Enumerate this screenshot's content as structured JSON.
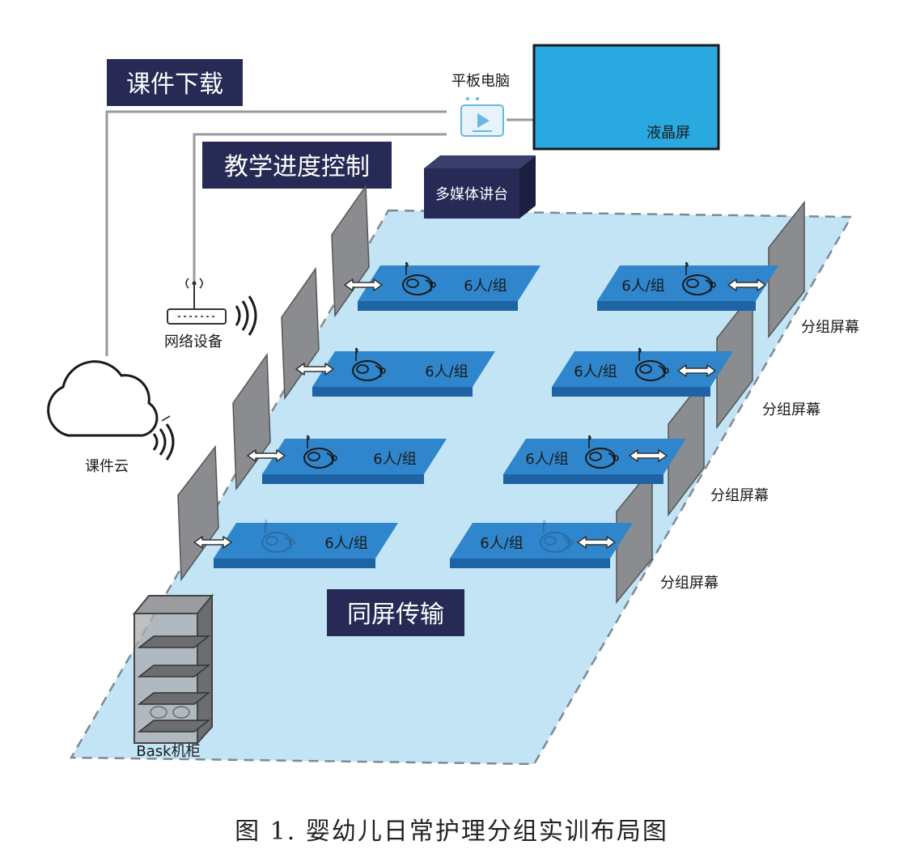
{
  "labels": {
    "courseware_download": "课件下载",
    "teaching_progress": "教学进度控制",
    "tablet": "平板电脑",
    "lcd": "液晶屏",
    "podium": "多媒体讲台",
    "network": "网络设备",
    "cloud": "课件云",
    "same_screen": "同屏传输",
    "cabinet": "Bask机柜",
    "group_screen": "分组屏幕",
    "group": "6人/组"
  },
  "caption": "图 1. 婴幼儿日常护理分组实训布局图",
  "colors": {
    "navy": "#262a55",
    "floor": "#c2e4f4",
    "table_top": "#2f86cc",
    "table_side": "#1e63a4",
    "screen": "#8a8c8f",
    "lcd": "#2aa9e1"
  }
}
